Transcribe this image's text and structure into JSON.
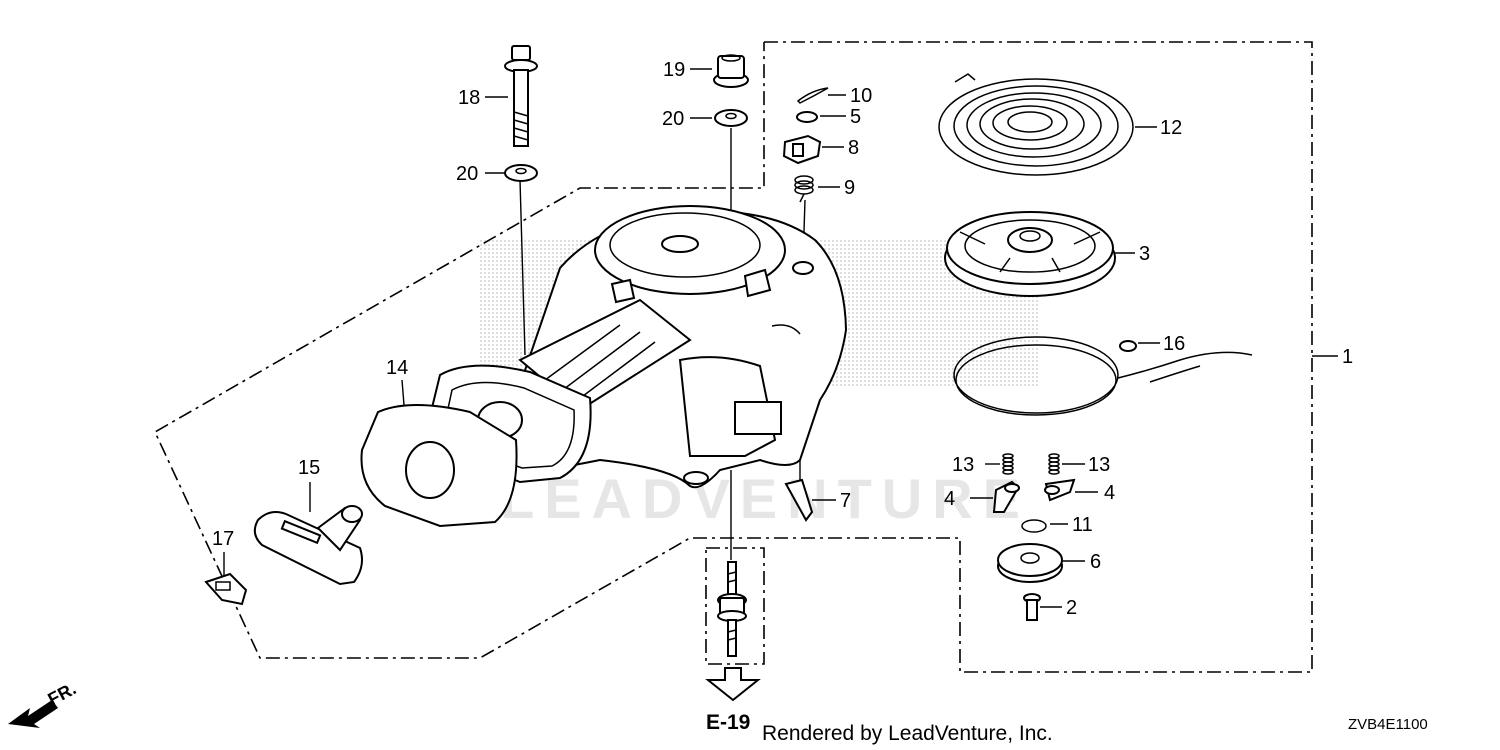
{
  "callouts": {
    "c1": "1",
    "c2": "2",
    "c3": "3",
    "c4a": "4",
    "c4b": "4",
    "c5": "5",
    "c6": "6",
    "c7": "7",
    "c8": "8",
    "c9": "9",
    "c10": "10",
    "c11": "11",
    "c12": "12",
    "c13a": "13",
    "c13b": "13",
    "c14": "14",
    "c15": "15",
    "c16": "16",
    "c17": "17",
    "c18": "18",
    "c19": "19",
    "c20a": "20",
    "c20b": "20"
  },
  "reference": "E-19",
  "direction_label": "FR.",
  "footer": "Rendered by LeadVenture, Inc.",
  "diagram_code": "ZVB4E1100",
  "watermark": {
    "line1": "LEADVENTURE"
  }
}
